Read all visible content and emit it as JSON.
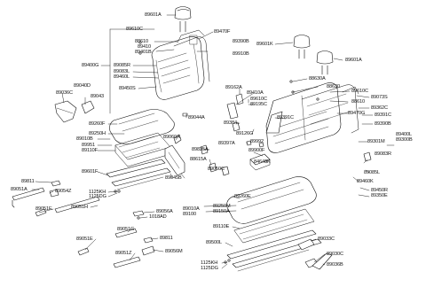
{
  "colors": {
    "ink": "#111111",
    "paper": "#ffffff",
    "shade": "#d9d9d9",
    "dark": "#333333"
  },
  "callouts": {
    "p89601A_a": "89601A",
    "p89610C_a": "89610C",
    "p88610_a": "88610",
    "p89470F": "89470F",
    "p89390B": "89390B",
    "p89410": "89410",
    "p89401B": "89401B",
    "p89910B": "89910B",
    "p89400G": "89400G",
    "p89085R": "89085R",
    "p89083L": "89083L",
    "p89460L": "89460L",
    "p89040D": "89040D",
    "p89450S": "89450S",
    "p89036C_a": "89036C",
    "p89043": "89043",
    "p89601K": "89601K",
    "p89601A_b": "89601A",
    "p88630A": "88630A",
    "p88630": "88630",
    "p89610C_b": "89610C",
    "p89073S": "89073S",
    "p88610_b": "88610",
    "p89162A": "89162A",
    "p89410A": "89410A",
    "p89610C_c": "89610C",
    "p89195C": "89195C",
    "p89362C": "89362C",
    "p89470G": "89470G",
    "p89391C_a": "89391C",
    "p89391C_b": "89391C",
    "p89390B_b": "89390B",
    "p89044A": "89044A",
    "p89260F": "89260F",
    "p89384": "89384",
    "p89126G": "89126G",
    "p89250H": "89250H",
    "p89060A": "89060A",
    "p89397A": "89397A",
    "p89992": "89992",
    "p89301M": "89301M",
    "p89400L": "89400L",
    "p89300B": "89300B",
    "p89010B": "89010B",
    "p89951": "89951",
    "p89110F": "89110F",
    "p89835A": "89835A",
    "p89900F": "89900F",
    "p84640K": "84640K",
    "p89083R": "89083R",
    "p88615A": "88615A",
    "p89601F": "89601F",
    "p89050C": "89050C",
    "p89085L": "89085L",
    "p89045B": "89045B",
    "p89460K": "89460K",
    "p89450R": "89450R",
    "p89350E": "89350E",
    "p89811_a": "89811",
    "p89054Z": "89054Z",
    "p89051A": "89051A",
    "p1125KH_a": "1125KH",
    "p1125DG_a": "1125DG",
    "p89260E": "89260E",
    "p89250M": "89250M",
    "p89150A": "89150A",
    "p89010A": "89010A",
    "p89100": "89100",
    "p89051E": "89051E",
    "p89051H": "89051H",
    "p89056A": "89056A",
    "p1018AD": "1018AD",
    "p89110E": "89110E",
    "p89051G": "89051G",
    "p89811_b": "89811",
    "p89500L": "89500L",
    "p89033C": "89033C",
    "p89051E_b": "89051E",
    "p89056M": "89056M",
    "p89051Z": "89051Z",
    "p89030C": "89030C",
    "p1125KH_b": "1125KH",
    "p1125DG_b": "1125DG",
    "p89036B": "89036B"
  }
}
